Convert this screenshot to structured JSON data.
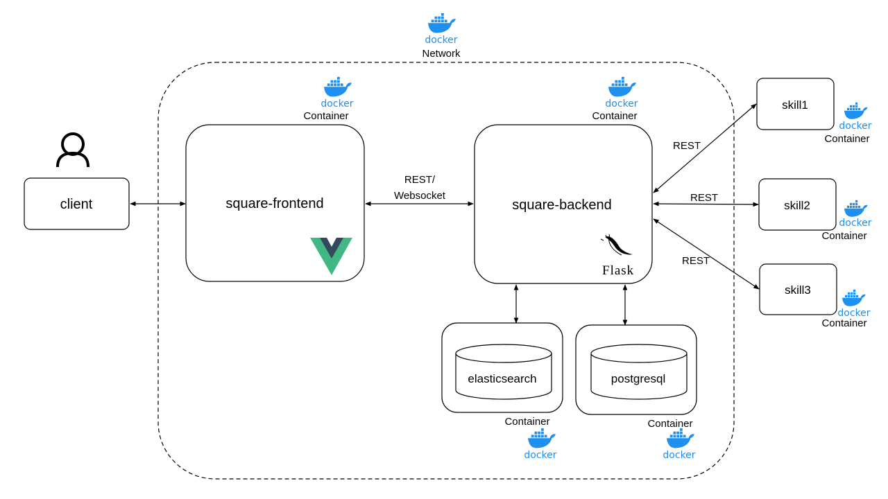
{
  "network": {
    "label": "Network",
    "docker_text": "docker"
  },
  "client": {
    "label": "client"
  },
  "frontend": {
    "label": "square-frontend",
    "container_label": "Container",
    "docker_text": "docker"
  },
  "backend": {
    "label": "square-backend",
    "container_label": "Container",
    "docker_text": "docker",
    "framework_logo_text": "Flask"
  },
  "elasticsearch": {
    "label": "elasticsearch",
    "container_label": "Container",
    "docker_text": "docker"
  },
  "postgresql": {
    "label": "postgresql",
    "container_label": "Container",
    "docker_text": "docker"
  },
  "skills": [
    {
      "label": "skill1",
      "container_label": "Container",
      "docker_text": "docker"
    },
    {
      "label": "skill2",
      "container_label": "Container",
      "docker_text": "docker"
    },
    {
      "label": "skill3",
      "container_label": "Container",
      "docker_text": "docker"
    }
  ],
  "edges": {
    "frontend_backend_line1": "REST/",
    "frontend_backend_line2": "Websocket",
    "skill1": "REST",
    "skill2": "REST",
    "skill3": "REST"
  },
  "colors": {
    "docker_blue": "#1f8ff0",
    "vue_green": "#41b883",
    "vue_dark": "#35495e"
  }
}
